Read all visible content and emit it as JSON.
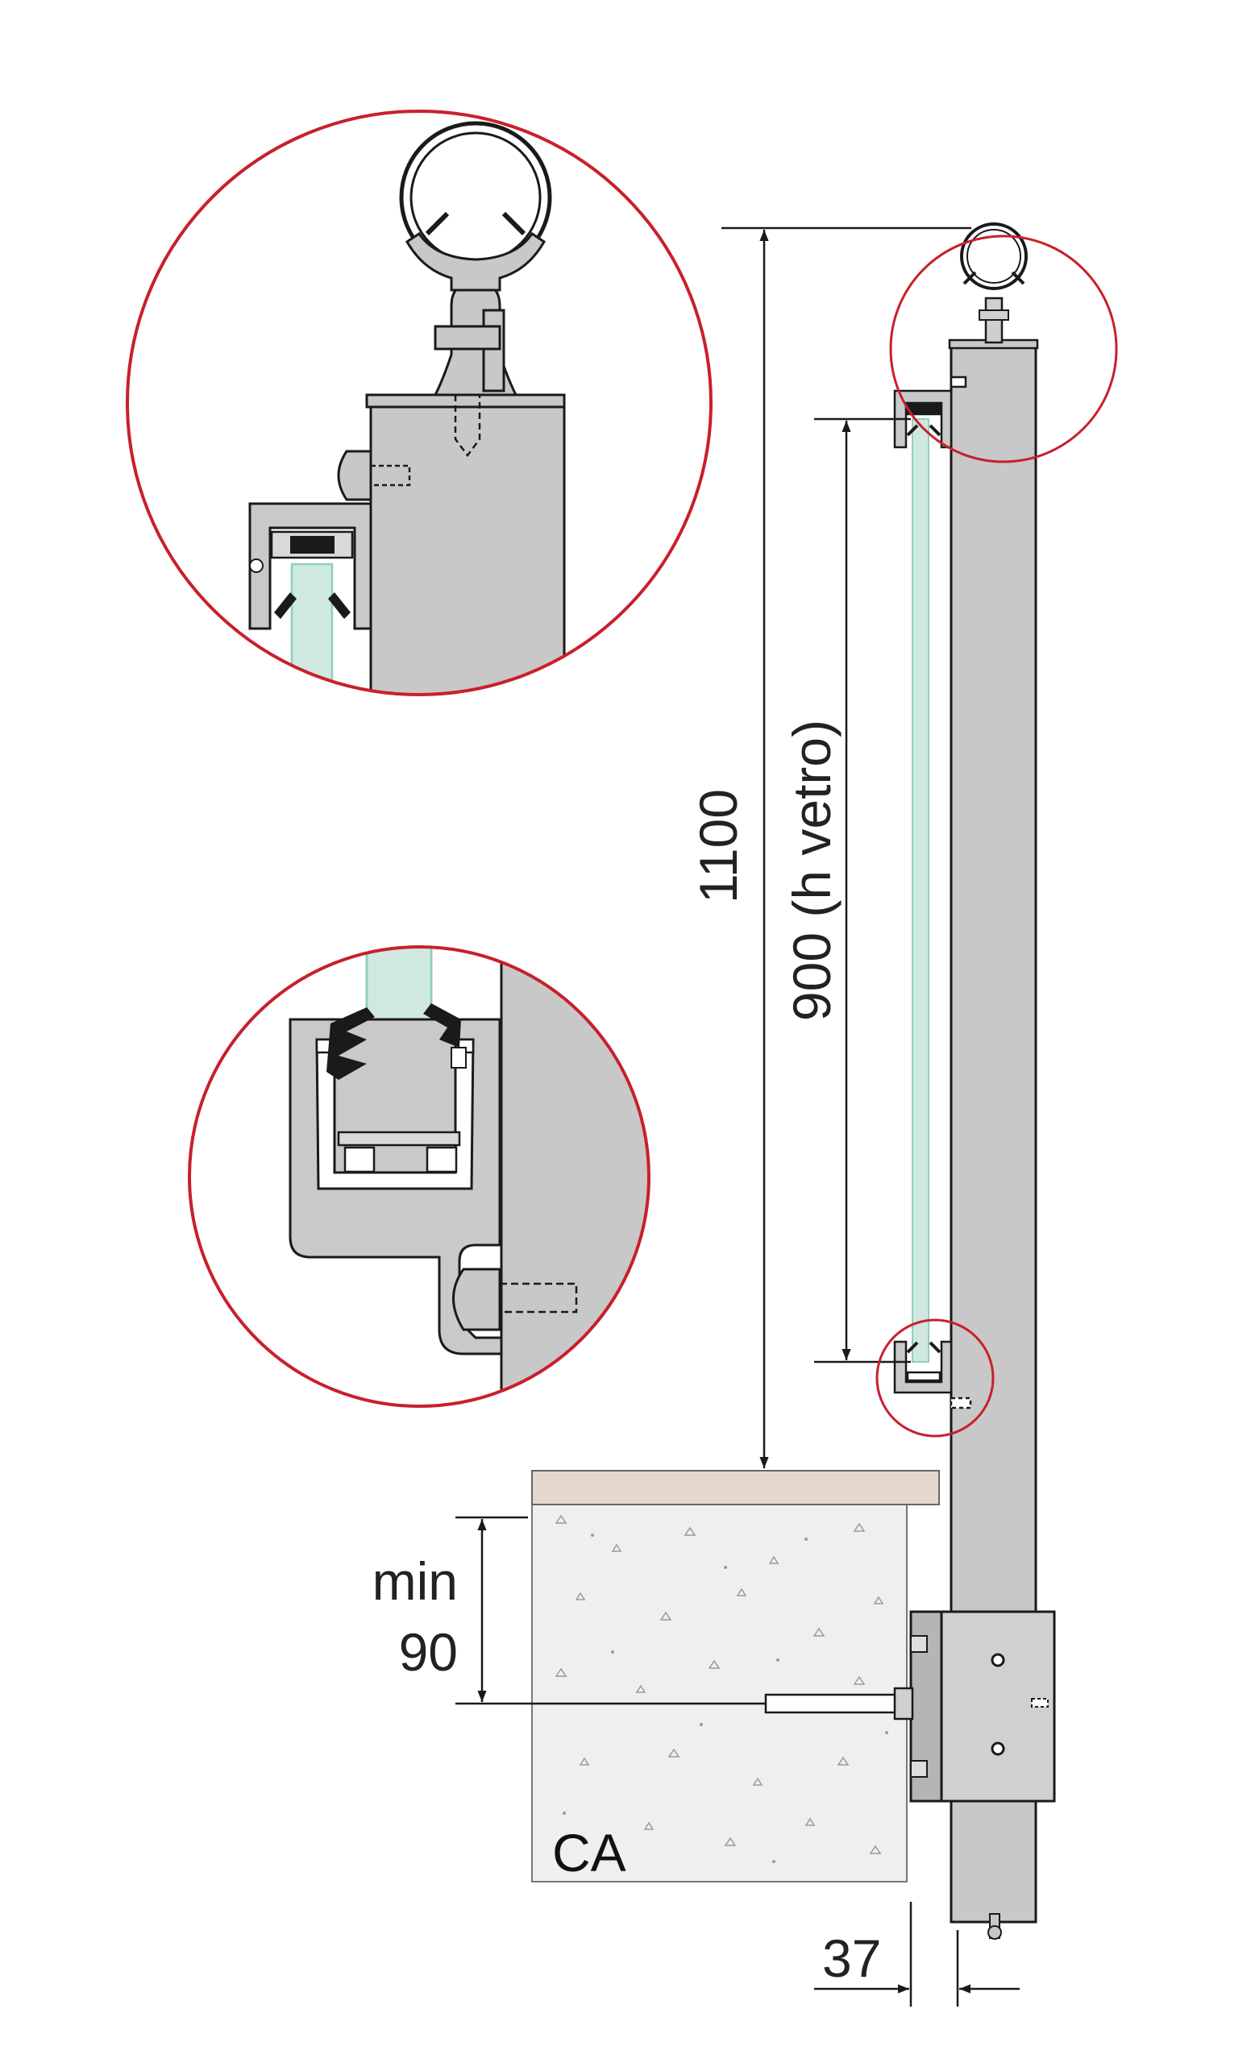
{
  "dimensions": {
    "total_height": "1100",
    "glass_height": "900 (h vetro)",
    "min_anchor_label": "min",
    "min_anchor_value": "90",
    "offset": "37"
  },
  "substrate": {
    "label": "CA"
  },
  "colors": {
    "detail_circle": "#c8202c",
    "post": "#c8c8c8",
    "profile": "#c9c9c9",
    "glass": "#cfe9e2",
    "glass_edge": "#8fcfbd",
    "floor_finish": "#e6d7cc",
    "concrete": "#eeeeee",
    "line": "#1a1a1a"
  }
}
